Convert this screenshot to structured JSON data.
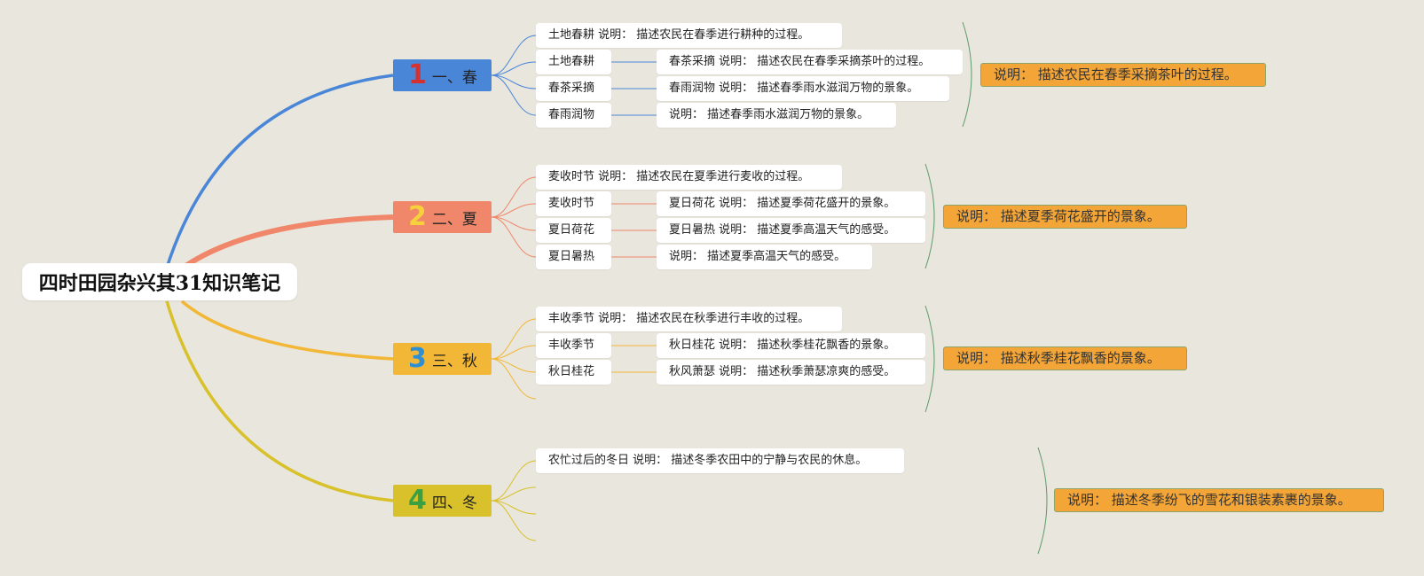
{
  "root": {
    "title": "四时田园杂兴其31知识笔记"
  },
  "seasons": [
    {
      "number": "1",
      "label": "一、春",
      "color": "#4a86d8",
      "num_color": "#d63031",
      "summary": "土地春耕 说明： 描述农民在春季进行耕种的过程。",
      "topics": [
        "土地春耕",
        "春茶采摘",
        "春雨润物"
      ],
      "details": [
        "春茶采摘 说明： 描述农民在春季采摘茶叶的过程。",
        "春雨润物 说明： 描述春季雨水滋润万物的景象。",
        "说明： 描述春季雨水滋润万物的景象。"
      ],
      "note": "说明： 描述农民在春季采摘茶叶的过程。"
    },
    {
      "number": "2",
      "label": "二、夏",
      "color": "#f0876a",
      "num_color": "#f7d13b",
      "summary": "麦收时节 说明： 描述农民在夏季进行麦收的过程。",
      "topics": [
        "麦收时节",
        "夏日荷花",
        "夏日暑热"
      ],
      "details": [
        "夏日荷花 说明： 描述夏季荷花盛开的景象。",
        "夏日暑热 说明： 描述夏季高温天气的感受。",
        "说明： 描述夏季高温天气的感受。"
      ],
      "note": "说明： 描述夏季荷花盛开的景象。"
    },
    {
      "number": "3",
      "label": "三、秋",
      "color": "#f2b736",
      "num_color": "#2f8fd3",
      "summary": "丰收季节 说明： 描述农民在秋季进行丰收的过程。",
      "topics": [
        "丰收季节",
        "秋日桂花"
      ],
      "details": [
        "秋日桂花 说明： 描述秋季桂花飘香的景象。",
        "秋风萧瑟 说明： 描述秋季萧瑟凉爽的感受。"
      ],
      "note": "说明： 描述秋季桂花飘香的景象。"
    },
    {
      "number": "4",
      "label": "四、冬",
      "color": "#d8c12a",
      "num_color": "#3aa041",
      "summary": "农忙过后的冬日 说明： 描述冬季农田中的宁静与农民的休息。",
      "topics": [],
      "details": [],
      "note": "说明： 描述冬季纷飞的雪花和银装素裹的景象。"
    }
  ]
}
